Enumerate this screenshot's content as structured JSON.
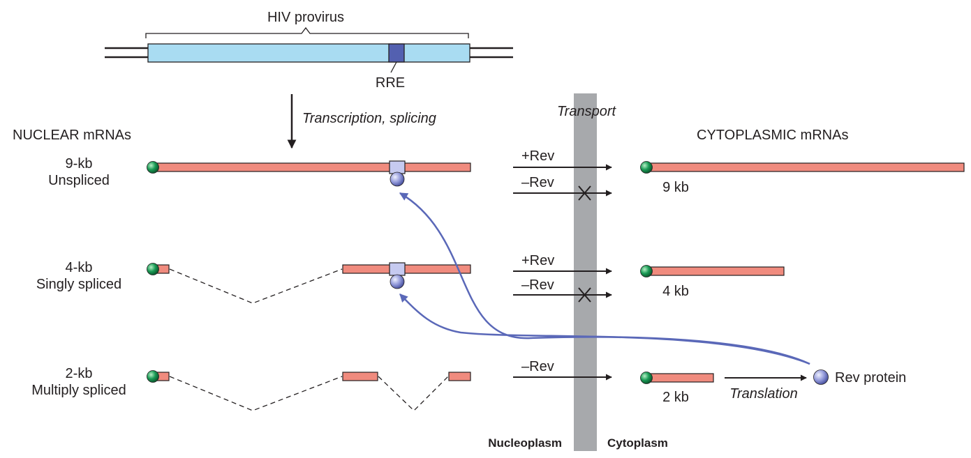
{
  "provirus": {
    "title": "HIV provirus",
    "rre_label": "RRE"
  },
  "step_transcription": "Transcription, splicing",
  "nuclear_heading": "NUCLEAR mRNAs",
  "cytoplasmic_heading": "CYTOPLASMIC mRNAs",
  "transport_label": "Transport",
  "nucleoplasm_label": "Nucleoplasm",
  "cytoplasm_label": "Cytoplasm",
  "rows": [
    {
      "size_label": "9-kb",
      "type_label": "Unspliced",
      "arrows": [
        {
          "label": "+Rev",
          "blocked": false
        },
        {
          "label": "–Rev",
          "blocked": true
        }
      ],
      "cyto_label": "9 kb"
    },
    {
      "size_label": "4-kb",
      "type_label": "Singly spliced",
      "arrows": [
        {
          "label": "+Rev",
          "blocked": false
        },
        {
          "label": "–Rev",
          "blocked": true
        }
      ],
      "cyto_label": "4 kb"
    },
    {
      "size_label": "2-kb",
      "type_label": "Multiply spliced",
      "arrows": [
        {
          "label": "–Rev",
          "blocked": false
        }
      ],
      "cyto_label": "2 kb"
    }
  ],
  "translation_label": "Translation",
  "rev_protein_label": "Rev protein",
  "colors": {
    "provirus_fill": "#a9dcf2",
    "rre_fill": "#5360b0",
    "mrna_fill": "#f08b7e",
    "cap_fill": "#1a9a55",
    "rev_fill": "#8f96d8",
    "rev_curve": "#5a68b8",
    "membrane": "#a7a9ac",
    "line": "#231f20"
  }
}
